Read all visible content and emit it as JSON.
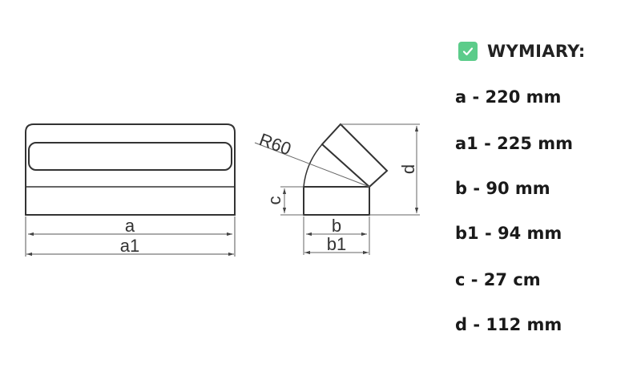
{
  "drawing": {
    "labels": {
      "a": "a",
      "a1": "a1",
      "b": "b",
      "b1": "b1",
      "c": "c",
      "d": "d",
      "radius": "R60"
    }
  },
  "panel": {
    "heading": "WYMIARY:",
    "heading_icon": "checkbox-checked-icon",
    "accent_color": "#5ccc8a",
    "dimensions": [
      "a - 220 mm",
      "a1 - 225 mm",
      "b - 90 mm",
      "b1 - 94 mm",
      "c - 27 cm",
      "d - 112 mm"
    ]
  }
}
